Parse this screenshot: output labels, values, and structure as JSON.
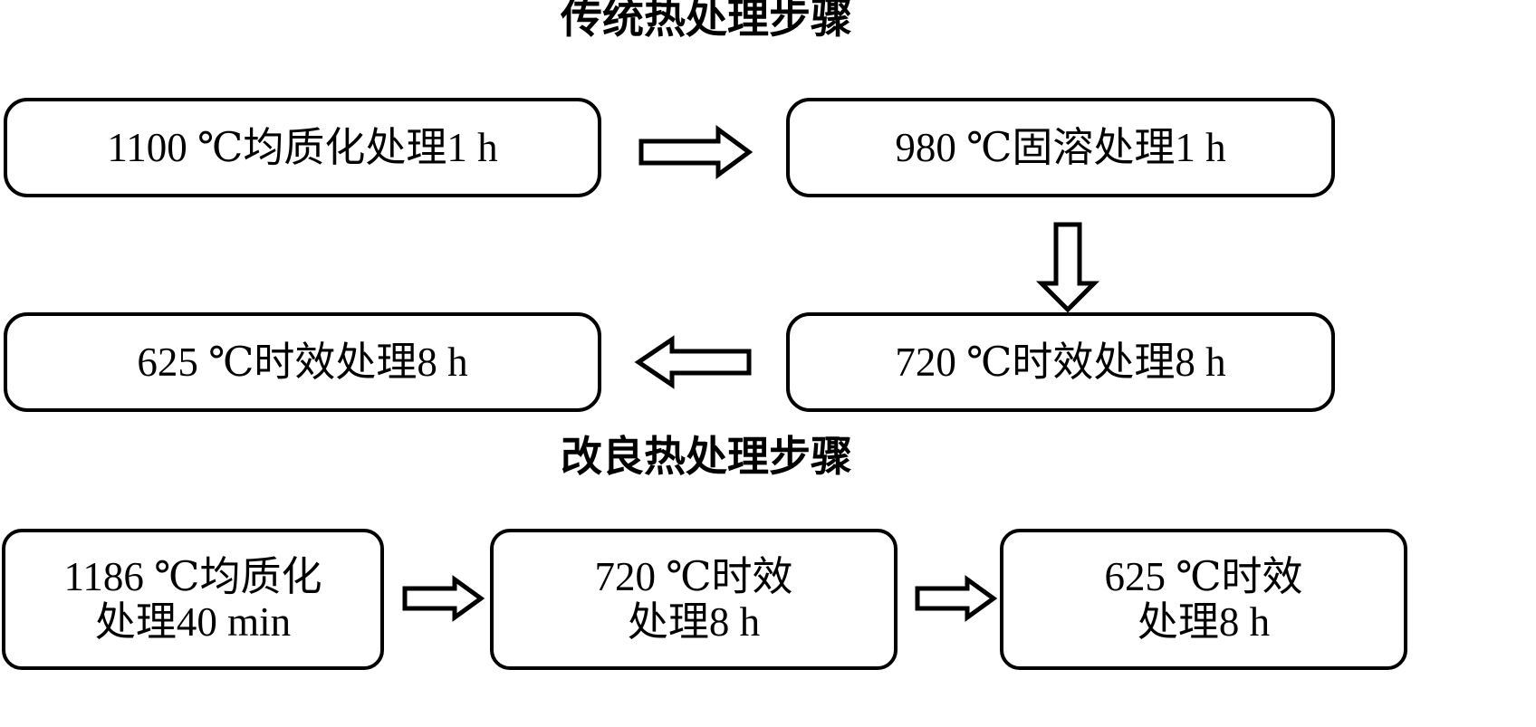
{
  "diagram": {
    "title_top": "传统热处理步骤",
    "title_bottom": "改良热处理步骤",
    "colors": {
      "stroke": "#000000",
      "fill": "#ffffff",
      "text": "#000000"
    },
    "sections": [
      {
        "id": "traditional",
        "heading": "传统热处理步骤",
        "nodes": [
          {
            "id": "trad-1",
            "label": "1100 ℃均质化处理1 h"
          },
          {
            "id": "trad-2",
            "label": "980 ℃固溶处理1 h"
          },
          {
            "id": "trad-3",
            "label": "720 ℃时效处理8 h"
          },
          {
            "id": "trad-4",
            "label": "625 ℃时效处理8 h"
          }
        ],
        "arrows": [
          {
            "id": "trad-arrow-1",
            "direction": "right",
            "from": "trad-1",
            "to": "trad-2"
          },
          {
            "id": "trad-arrow-2",
            "direction": "down",
            "from": "trad-2",
            "to": "trad-3"
          },
          {
            "id": "trad-arrow-3",
            "direction": "left",
            "from": "trad-3",
            "to": "trad-4"
          }
        ]
      },
      {
        "id": "improved",
        "heading": "改良热处理步骤",
        "nodes": [
          {
            "id": "imp-1",
            "label": "1186 ℃均质化\n处理40 min"
          },
          {
            "id": "imp-2",
            "label": "720 ℃时效\n处理8 h"
          },
          {
            "id": "imp-3",
            "label": "625 ℃时效\n处理8  h"
          }
        ],
        "arrows": [
          {
            "id": "imp-arrow-1",
            "direction": "right",
            "from": "imp-1",
            "to": "imp-2"
          },
          {
            "id": "imp-arrow-2",
            "direction": "right",
            "from": "imp-2",
            "to": "imp-3"
          }
        ]
      }
    ]
  }
}
